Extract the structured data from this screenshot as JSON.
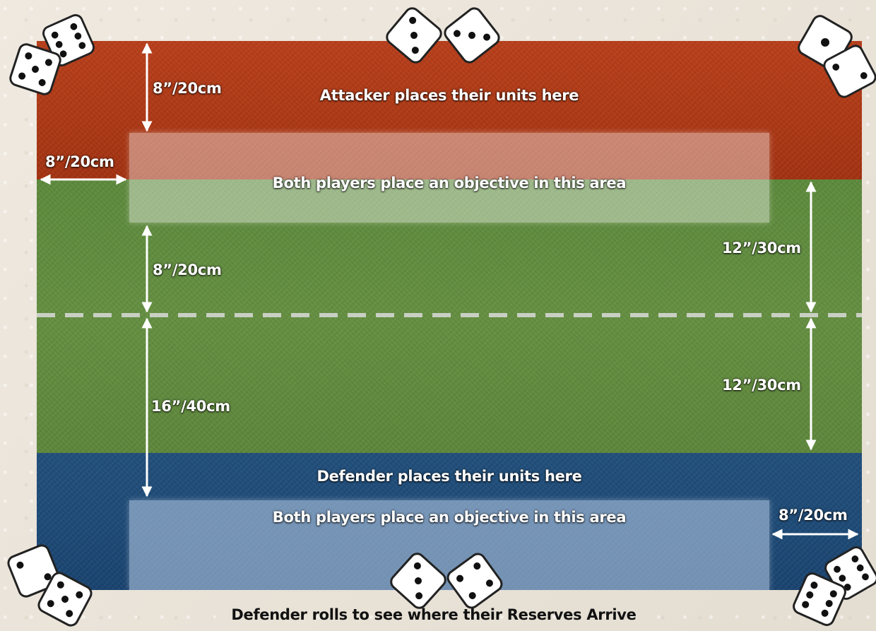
{
  "labels": {
    "attacker_zone": "Attacker places their units here",
    "objective_top": "Both players place an objective in this area",
    "defender_zone": "Defender places their units here",
    "objective_bottom": "Both players place an objective in this area",
    "reserves_caption": "Defender rolls to see where their Reserves Arrive"
  },
  "measurements": {
    "attacker_depth": "8”/20cm",
    "left_edge_inset": "8”/20cm",
    "gap_to_centre": "8”/20cm",
    "upper_half_to_centre": "12”/30cm",
    "lower_half_from_centre": "12”/30cm",
    "centre_to_defender_objective": "16”/40cm",
    "right_edge_inset": "8”/20cm"
  },
  "colors": {
    "attacker": "#b03c1b",
    "neutral": "#608b40",
    "defender": "#21497a",
    "measure_arrow": "#ffffff",
    "centre_line": "#c9cfc3"
  },
  "icons": {
    "dice": "six-sided-die"
  }
}
